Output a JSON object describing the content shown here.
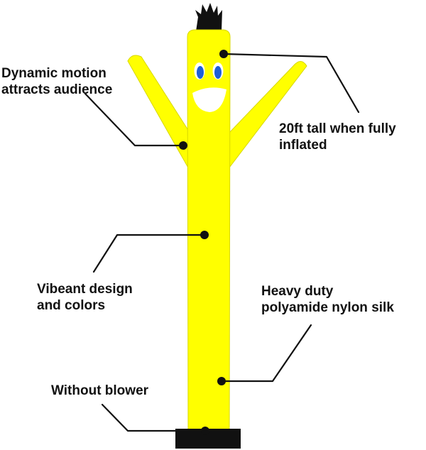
{
  "colors": {
    "body": "#ffff00",
    "body_outline": "#d8d800",
    "hair": "#111111",
    "base": "#111111",
    "eyes": "#1e5fd8",
    "callout_line": "#111111"
  },
  "figure": {
    "name": "air-dancer-tube-man",
    "icon": "tube-man-icon"
  },
  "callouts": [
    {
      "id": "motion",
      "lines": [
        "Dynamic motion",
        "attracts audience"
      ]
    },
    {
      "id": "tall",
      "lines": [
        "20ft tall when fully",
        "inflated"
      ]
    },
    {
      "id": "design",
      "lines": [
        "Vibeant design",
        "and colors"
      ]
    },
    {
      "id": "material",
      "lines": [
        "Heavy duty",
        "polyamide nylon silk"
      ]
    },
    {
      "id": "blower",
      "lines": [
        "Without blower"
      ]
    }
  ]
}
